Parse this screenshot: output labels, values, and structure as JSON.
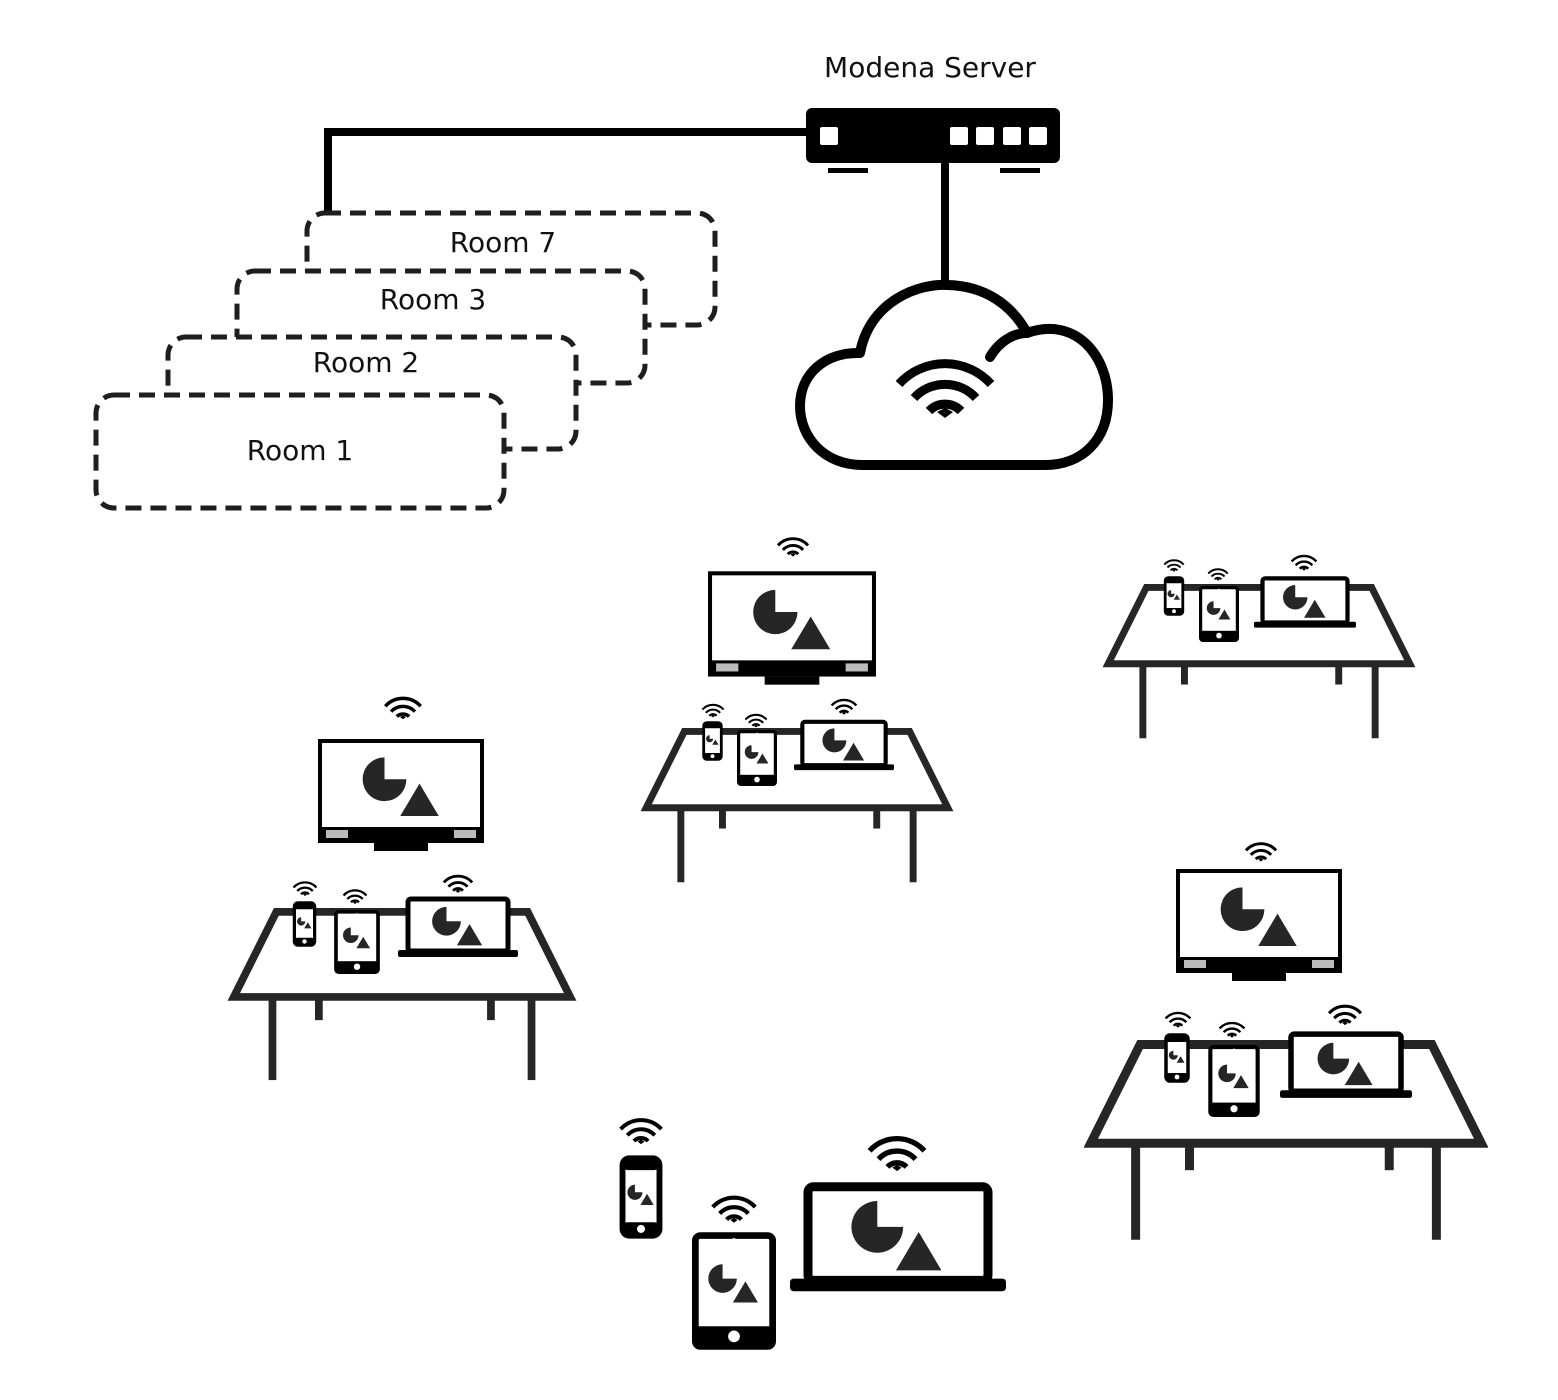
{
  "diagram": {
    "server": {
      "label": "Modena Server",
      "icon": "router-icon"
    },
    "cloud": {
      "icon": "cloud-wifi-icon"
    },
    "rooms": [
      {
        "label": "Room 7"
      },
      {
        "label": "Room 3"
      },
      {
        "label": "Room 2"
      },
      {
        "label": "Room 1"
      }
    ],
    "workstations": [
      {
        "name": "workstation-left",
        "devices": [
          "monitor",
          "phone",
          "tablet",
          "laptop"
        ]
      },
      {
        "name": "workstation-center",
        "devices": [
          "monitor",
          "phone",
          "tablet",
          "laptop"
        ]
      },
      {
        "name": "workstation-top-right",
        "devices": [
          "phone",
          "tablet",
          "laptop"
        ]
      },
      {
        "name": "workstation-right",
        "devices": [
          "monitor",
          "phone",
          "tablet",
          "laptop"
        ]
      }
    ],
    "standalone_devices": [
      "phone",
      "tablet",
      "laptop"
    ],
    "colors": {
      "stroke": "#000000",
      "fill_dark": "#262626",
      "background": "#ffffff"
    }
  }
}
